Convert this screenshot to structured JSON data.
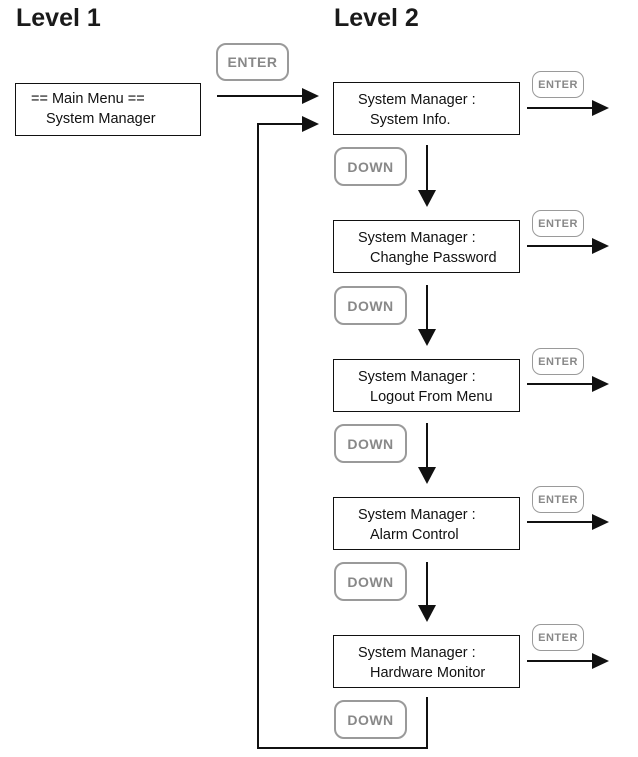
{
  "levels": {
    "level1": "Level 1",
    "level2": "Level 2"
  },
  "main_menu": {
    "line1": "== Main Menu ==",
    "line2": "System Manager"
  },
  "keys": {
    "enter": "ENTER",
    "down": "DOWN"
  },
  "level2_items": [
    {
      "line1": "System Manager :",
      "line2": "System Info."
    },
    {
      "line1": "System Manager :",
      "line2": "Changhe Password"
    },
    {
      "line1": "System Manager :",
      "line2": "Logout From Menu"
    },
    {
      "line1": "System Manager :",
      "line2": "Alarm Control"
    },
    {
      "line1": "System Manager :",
      "line2": "Hardware Monitor"
    }
  ]
}
